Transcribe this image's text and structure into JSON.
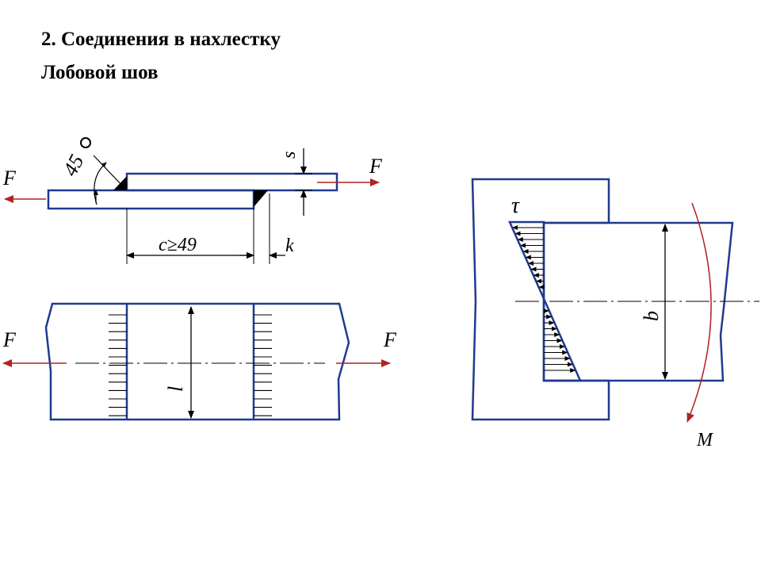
{
  "title": "2. Соединения в нахлестку",
  "subtitle": "Лобовой шов",
  "labels": {
    "force": "F",
    "angle": "45",
    "thickness": "s",
    "overlap": "c≥49",
    "leg": "k",
    "length": "l",
    "stress": "τ",
    "width": "b",
    "moment": "M"
  },
  "colors": {
    "outline": "#1f3a8f",
    "force_arrow": "#b22222",
    "dimension": "#000000",
    "weld": "#000000"
  }
}
